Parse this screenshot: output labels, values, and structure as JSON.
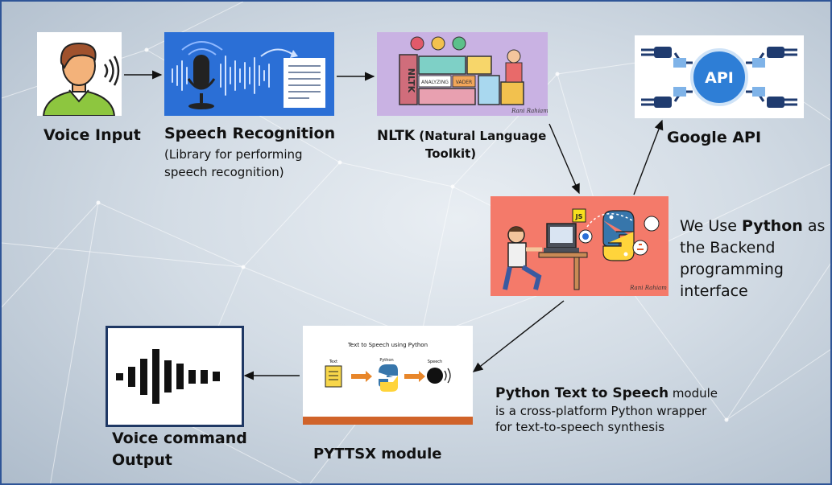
{
  "labels": {
    "voice_input": "Voice Input",
    "speech_recognition_title": "Speech Recognition",
    "speech_recognition_desc_1": "(Library for performing",
    "speech_recognition_desc_2": "speech recognition)",
    "nltk_title": "NLTK",
    "nltk_desc_1": "(Natural Language",
    "nltk_desc_2": "Toolkit)",
    "google_api": "Google API",
    "python_1_pre": "We Use ",
    "python_1_bold": "Python",
    "python_1_post": " as",
    "python_2": "the Backend",
    "python_3": "programming",
    "python_4": "interface",
    "pyttsx_title_bold": "Python Text to Speech",
    "pyttsx_title_rest": " module",
    "pyttsx_desc_1": "is a cross-platform Python wrapper",
    "pyttsx_desc_2": "for text-to-speech synthesis",
    "pyttsx_module": "PYTTSX module",
    "output_1": "Voice command",
    "output_2": "Output"
  },
  "images": {
    "nltk_logo": "NLTK",
    "nltk_tags": [
      "ANALYZING",
      "VADER"
    ],
    "nltk_signature": "Rani Rahiam",
    "api_badge": "API",
    "python_js_badge": "JS",
    "python_signature": "Rani Rahiam",
    "tts_slide_title": "Text to Speech using Python",
    "tts_step_text": "Text",
    "tts_step_python": "Python",
    "tts_step_speech": "Speech"
  },
  "colors": {
    "border": "#2f5597",
    "speech_bg": "#2b6fd6",
    "nltk_bg": "#c9b2e3",
    "python_bg": "#f47a6a",
    "slide_bar": "#d0632a"
  }
}
